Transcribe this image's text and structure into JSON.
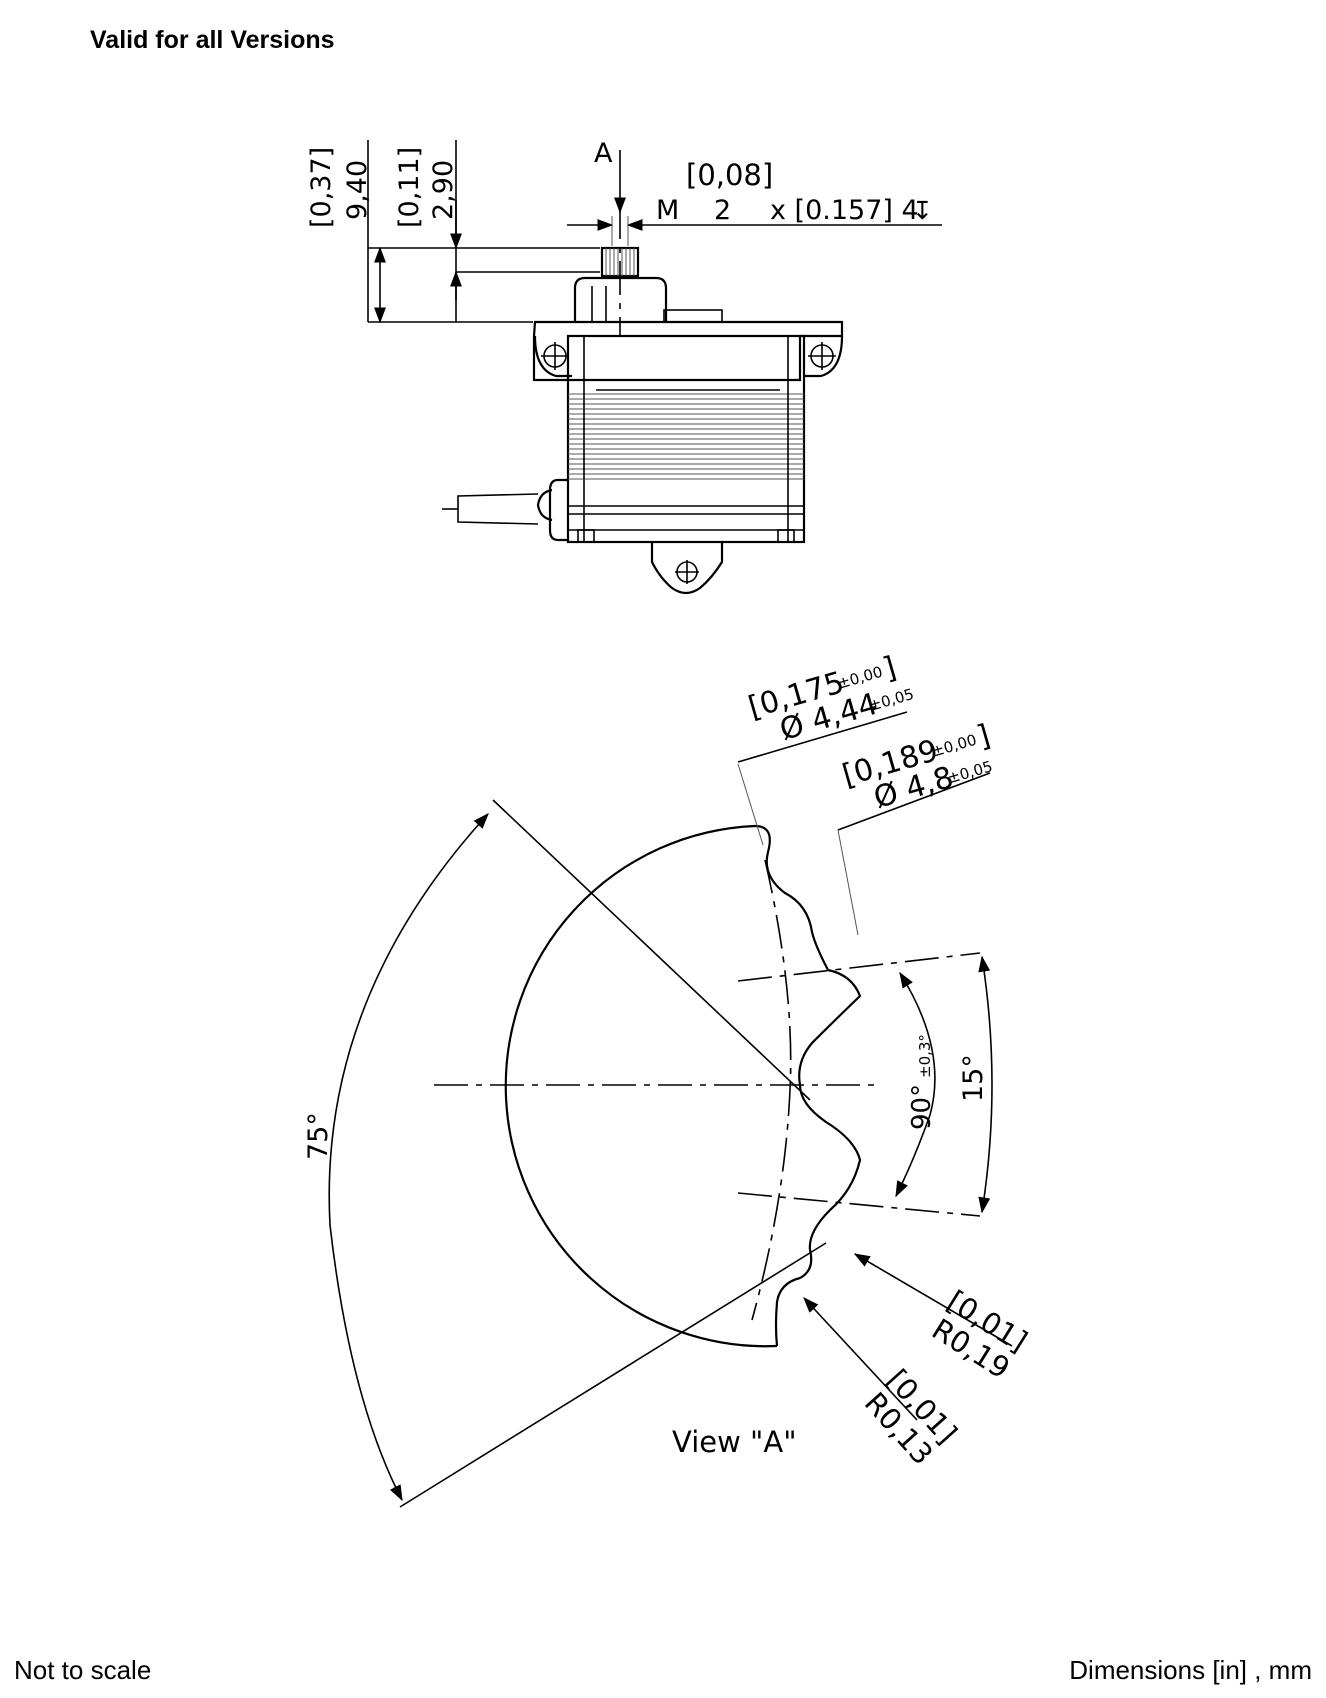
{
  "header": {
    "title": "Valid for all Versions"
  },
  "footer": {
    "scale_note": "Not to scale",
    "units_note": "Dimensions [in] , mm"
  },
  "top_view": {
    "view_marker": "A",
    "dim_height_total": {
      "inch": "[0,37]",
      "mm": "9,40"
    },
    "dim_height_shaft": {
      "inch": "[0,11]",
      "mm": "2,90"
    },
    "thread": {
      "tol": "[0,08]",
      "prefix": "M",
      "size": "2",
      "depth": "x [0.157] 4",
      "depth_symbol": "↧"
    }
  },
  "view_a": {
    "label": "View \"A\"",
    "dia_inner": {
      "inch": "[0,175",
      "inch_tol": "±0,00",
      "mm": "Ø 4,44",
      "mm_tol": "±0,05"
    },
    "dia_outer": {
      "inch": "[0,189",
      "inch_tol": "±0,00",
      "mm": "Ø 4,8",
      "mm_tol": "±0,05"
    },
    "angle_total": "75°",
    "angle_tooth": "90°",
    "angle_tooth_tol": "±0,3°",
    "angle_pitch": "15°",
    "radius_1": {
      "inch": "[0,01]",
      "mm": "R0,19"
    },
    "radius_2": {
      "inch": "[0,01]",
      "mm": "R0,13"
    }
  }
}
